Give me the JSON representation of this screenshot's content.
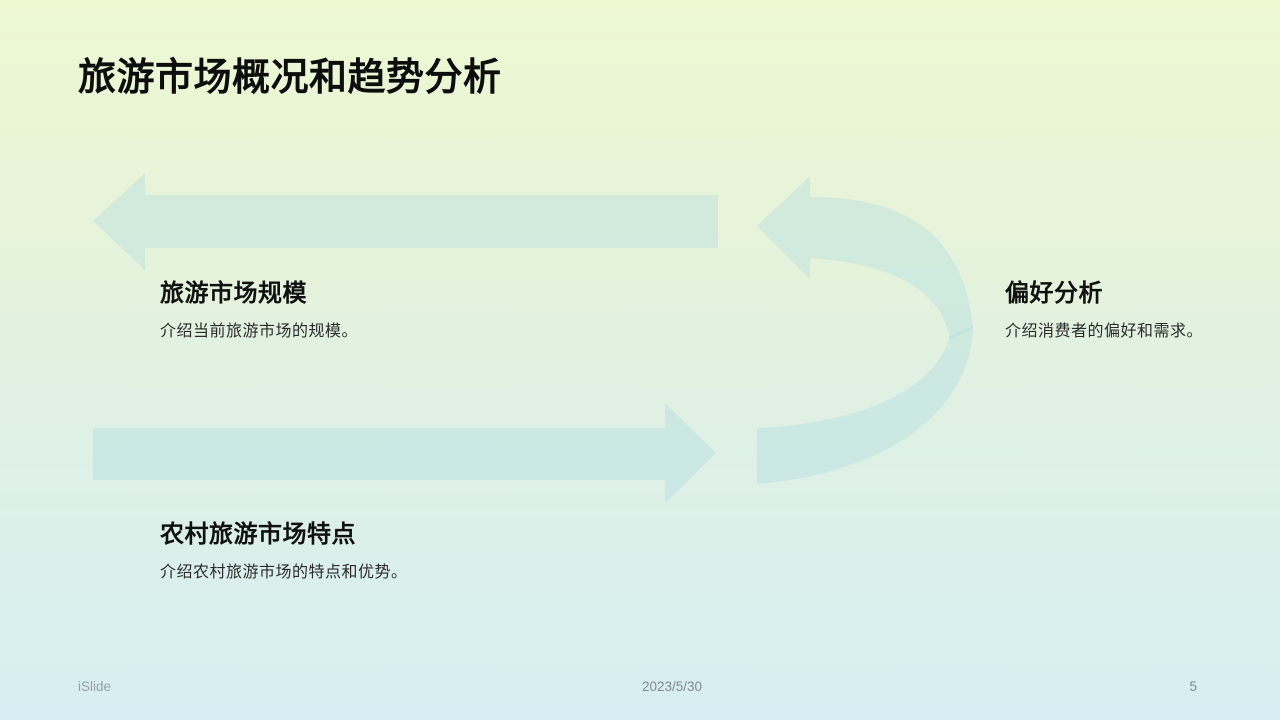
{
  "slide": {
    "title": "旅游市场概况和趋势分析",
    "sections": [
      {
        "heading": "旅游市场规模",
        "description": "介绍当前旅游市场的规模。"
      },
      {
        "heading": "偏好分析",
        "description": "介绍消费者的偏好和需求。"
      },
      {
        "heading": "农村旅游市场特点",
        "description": "介绍农村旅游市场的特点和优势。"
      }
    ],
    "footer": {
      "brand": "iSlide",
      "date": "2023/5/30",
      "page_number": "5"
    },
    "colors": {
      "background_top": "#edf8d1",
      "background_middle": "#e3f2e0",
      "background_bottom": "#d7eff3",
      "arrow_fill": "rgba(163,216,224,0.33)",
      "title_text": "#0d0d0d",
      "heading_text": "#111111",
      "body_text": "#2b2b2b",
      "footer_text": "#84898d"
    }
  }
}
